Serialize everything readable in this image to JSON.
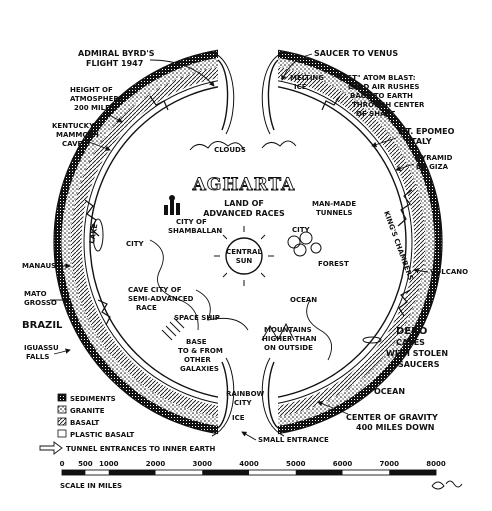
{
  "title": "AGHARTA",
  "subtitle_line1": "LAND OF",
  "subtitle_line2": "ADVANCED RACES",
  "central_sun_line1": "CENTRAL",
  "central_sun_line2": "SUN",
  "labels": {
    "admiral_byrd_1": "ADMIRAL BYRD'S",
    "admiral_byrd_2": "FLIGHT 1947",
    "saucer_to_venus": "SAUCER TO VENUS",
    "height_atm_1": "HEIGHT OF",
    "height_atm_2": "ATMOSPHERE",
    "height_atm_3": "200 MILES",
    "kentucky_1": "KENTUCKY",
    "kentucky_2": "MAMMOTH",
    "kentucky_3": "CAVE",
    "melting_ice_1": "MELTING",
    "melting_ice_2": "ICE",
    "atom_1": "\"TEST\" ATOM BLAST:",
    "atom_2": "COLD AIR RUSHES",
    "atom_3": "BACK TO EARTH",
    "atom_4": "THROUGH CENTER",
    "atom_5": "OF SHAFT",
    "epomeo_1": "MT. EPOMEO",
    "epomeo_2": "ITALY",
    "pyramid_1": "PYRAMID",
    "pyramid_2": "OF GIZA",
    "clouds": "CLOUDS",
    "shamballan_1": "CITY OF",
    "shamballan_2": "SHAMBALLAN",
    "man_made_1": "MAN-MADE",
    "man_made_2": "TUNNELS",
    "kings_chambers": "KING'S CHAMBERS",
    "city_left": "CITY",
    "city_right": "CITY",
    "forest": "FOREST",
    "lake": "LAKE",
    "manaus": "MANAUS",
    "mato_1": "MATO",
    "mato_2": "GROSSO",
    "brazil": "BRAZIL",
    "iguassu_1": "IGUASSU",
    "iguassu_2": "FALLS",
    "cave_city_1": "CAVE CITY OF",
    "cave_city_2": "SEMI-ADVANCED",
    "cave_city_3": "RACE",
    "volcano": "VOLCANO",
    "ocean_inner": "OCEAN",
    "space_ship_1": "SPACE SHIP",
    "space_ship_2": "BASE",
    "space_ship_3": "TO & FROM",
    "space_ship_4": "OTHER",
    "space_ship_5": "GALAXIES",
    "mountains_1": "MOUNTAINS",
    "mountains_2": "HIGHER THAN",
    "mountains_3": "ON OUTSIDE",
    "dero_1": "DERO",
    "dero_2": "CAVES",
    "dero_3": "WITH STOLEN",
    "dero_4": "SAUCERS",
    "ocean_outer": "OCEAN",
    "rainbow_1": "RAINBOW",
    "rainbow_2": "CITY",
    "ice": "ICE",
    "gravity_1": "CENTER OF GRAVITY",
    "gravity_2": "400 MILES DOWN",
    "small_entrance": "SMALL ENTRANCE"
  },
  "legend": {
    "sediments": "SEDIMENTS",
    "granite": "GRANITE",
    "basalt": "BASALT",
    "plastic_basalt": "PLASTIC BASALT",
    "tunnel_entrances": "TUNNEL ENTRANCES TO INNER EARTH"
  },
  "scale": {
    "ticks": [
      "0",
      "500",
      "1000",
      "2000",
      "3000",
      "4000",
      "5000",
      "6000",
      "7000",
      "8000"
    ],
    "caption": "SCALE IN MILES"
  }
}
